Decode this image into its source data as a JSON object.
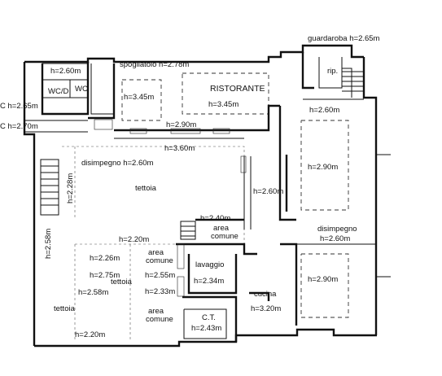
{
  "floorplan": {
    "labels": {
      "guardaroba": "guardaroba h=2.65m",
      "spogliatoio": "spogliatoio h=2.78m",
      "rip": "rip.",
      "h260_top": "h=2.60m",
      "wcd": "WC/D",
      "wc": "WC",
      "c265": "C h=2.65m",
      "c270": "C h=2.70m",
      "h345_left": "h=3.45m",
      "ristorante": "RISTORANTE",
      "h345_center": "h=3.45m",
      "h260_right": "h=2.60m",
      "h290_mid": "h=2.90m",
      "h360": "h=3.60m",
      "h290_right": "h=2.90m",
      "disimpegno_left": "disimpegno h=2.60m",
      "h228": "h=2.28m",
      "tettoia_main": "tettoia",
      "h260_corr": "h=2.60m",
      "h240": "h=2.40m",
      "area_comune_1a": "area",
      "area_comune_1b": "comune",
      "disimpegno_right": "disimpegno",
      "h260_disimp": "h=2.60m",
      "h258_vert": "h=2.58m",
      "h220_mid": "h=2.20m",
      "h226": "h=2.26m",
      "area_comune_2a": "area",
      "area_comune_2b": "comune",
      "lavaggio": "lavaggio",
      "h290_cucina": "h=2.90m",
      "h275": "h=2.75m",
      "h255": "h=2.55m",
      "tettoia_small": "tettoia",
      "h234": "h=2.34m",
      "h258_horiz": "h=2.58m",
      "h233": "h=2.33m",
      "cucina": "cucina",
      "h320": "h=3.20m",
      "tettoia_bottom": "tettoia",
      "area_comune_3a": "area",
      "area_comune_3b": "comune",
      "ct": "C.T.",
      "h243": "h=2.43m",
      "h220_bottom": "h=2.20m"
    }
  }
}
